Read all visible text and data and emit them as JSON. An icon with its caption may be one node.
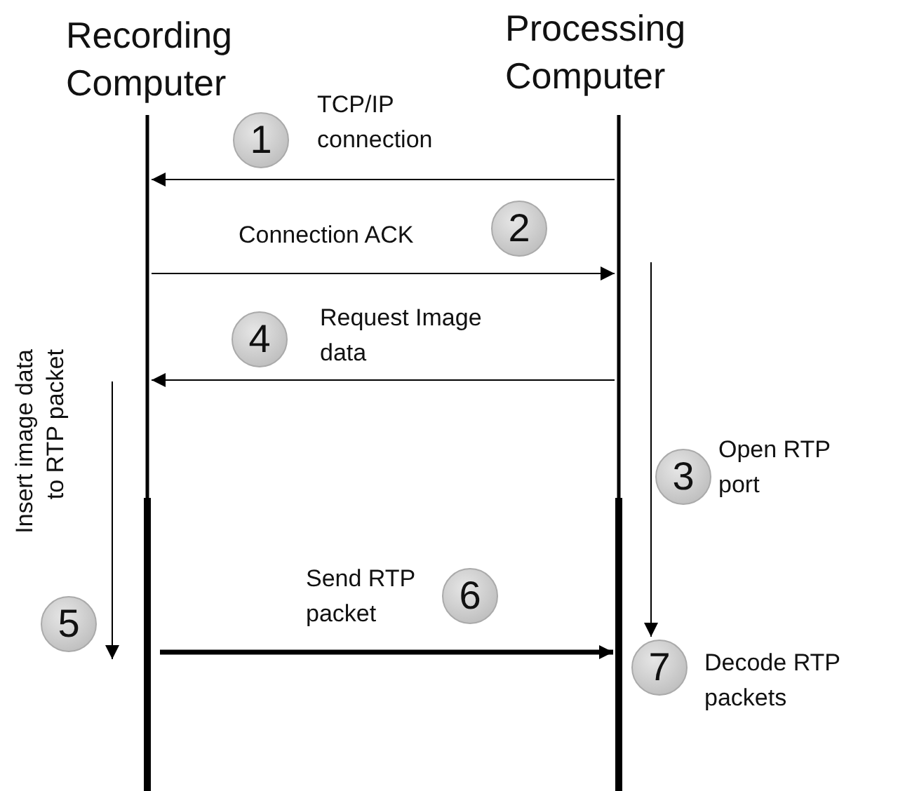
{
  "diagram": {
    "nodes": [
      {
        "text": [
          "Recording Computer"
        ]
      },
      {
        "text": [
          "Processing Computer"
        ]
      },
      {
        "text": [
          "1"
        ]
      },
      {
        "text": [
          "2"
        ]
      },
      {
        "text": [
          "3"
        ],
        "beside": [
          "Open RTP port"
        ]
      },
      {
        "text": [
          "4"
        ]
      },
      {
        "text": [
          "5"
        ]
      },
      {
        "text": [
          "6"
        ]
      },
      {
        "text": [
          "7"
        ],
        "beside": [
          "Decode RTP packets"
        ]
      }
    ],
    "edges": [
      {
        "from": 1,
        "to": 0,
        "arrow": "to",
        "label": "TCP/IP connection"
      },
      {
        "from": 0,
        "to": 1,
        "arrow": "to",
        "label": "Connection ACK"
      },
      {
        "from": 1,
        "to": 0,
        "arrow": "to",
        "label": "Request Image data"
      },
      {
        "from": 0,
        "to": 1,
        "arrow": "to",
        "label": "Send RTP packet",
        "style": "thick"
      },
      {
        "from": 1,
        "to": 8,
        "arrow": "to"
      },
      {
        "from": 0,
        "to": 6,
        "arrow": "to"
      }
    ],
    "labels": [
      "Insert image data to RTP packet"
    ]
  }
}
